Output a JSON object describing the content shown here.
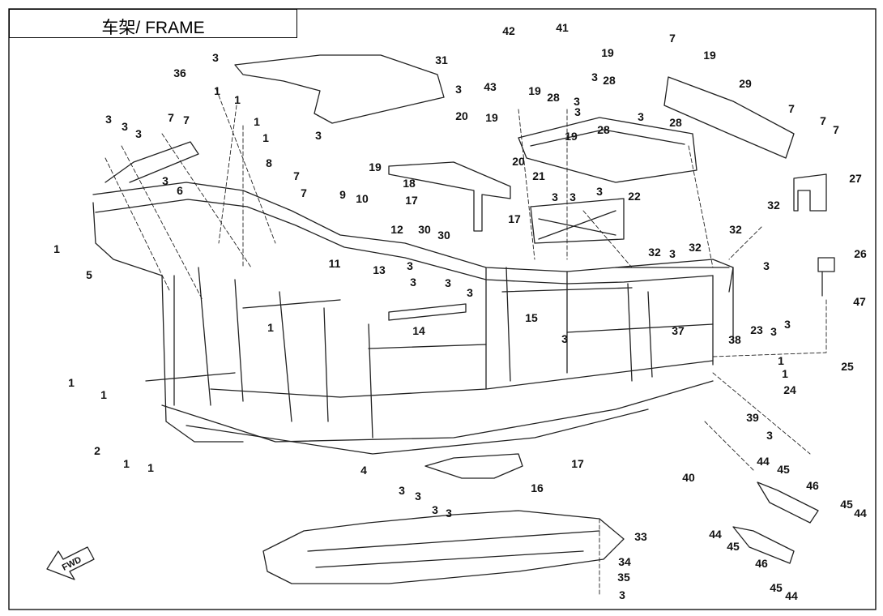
{
  "title": "车架/ FRAME",
  "fwd_label": "FWD",
  "callouts": [
    {
      "id": "c36",
      "text": "36"
    },
    {
      "id": "c3a",
      "text": "3"
    },
    {
      "id": "c31",
      "text": "31"
    },
    {
      "id": "c42",
      "text": "42"
    },
    {
      "id": "c41",
      "text": "41"
    },
    {
      "id": "c43",
      "text": "43"
    },
    {
      "id": "c3b",
      "text": "3"
    },
    {
      "id": "c19a",
      "text": "19"
    },
    {
      "id": "c7a",
      "text": "7"
    },
    {
      "id": "c19b",
      "text": "19"
    },
    {
      "id": "c29",
      "text": "29"
    },
    {
      "id": "c28a",
      "text": "28"
    },
    {
      "id": "c3c",
      "text": "3"
    },
    {
      "id": "c28b",
      "text": "28"
    },
    {
      "id": "c3d",
      "text": "3"
    },
    {
      "id": "c3e",
      "text": "3"
    },
    {
      "id": "c19c",
      "text": "19"
    },
    {
      "id": "c19d",
      "text": "19"
    },
    {
      "id": "c28c",
      "text": "28"
    },
    {
      "id": "c3f",
      "text": "3"
    },
    {
      "id": "c28d",
      "text": "28"
    },
    {
      "id": "c7b",
      "text": "7"
    },
    {
      "id": "c7c",
      "text": "7"
    },
    {
      "id": "c7d",
      "text": "7"
    },
    {
      "id": "c3g",
      "text": "3"
    },
    {
      "id": "c3h",
      "text": "3"
    },
    {
      "id": "c3i",
      "text": "3"
    },
    {
      "id": "c7e",
      "text": "7"
    },
    {
      "id": "c7f",
      "text": "7"
    },
    {
      "id": "c1a",
      "text": "1"
    },
    {
      "id": "c1b",
      "text": "1"
    },
    {
      "id": "c1c",
      "text": "1"
    },
    {
      "id": "c1d",
      "text": "1"
    },
    {
      "id": "c8",
      "text": "8"
    },
    {
      "id": "c3j",
      "text": "3"
    },
    {
      "id": "c7g",
      "text": "7"
    },
    {
      "id": "c7h",
      "text": "7"
    },
    {
      "id": "c6",
      "text": "6"
    },
    {
      "id": "c3k",
      "text": "3"
    },
    {
      "id": "c9",
      "text": "9"
    },
    {
      "id": "c10",
      "text": "10"
    },
    {
      "id": "c12",
      "text": "12"
    },
    {
      "id": "c11",
      "text": "11"
    },
    {
      "id": "c13",
      "text": "13"
    },
    {
      "id": "c1e",
      "text": "1"
    },
    {
      "id": "c5",
      "text": "5"
    },
    {
      "id": "c1f",
      "text": "1"
    },
    {
      "id": "c20a",
      "text": "20"
    },
    {
      "id": "c19e",
      "text": "19"
    },
    {
      "id": "c19f",
      "text": "19"
    },
    {
      "id": "c18",
      "text": "18"
    },
    {
      "id": "c20b",
      "text": "20"
    },
    {
      "id": "c17a",
      "text": "17"
    },
    {
      "id": "c17b",
      "text": "17"
    },
    {
      "id": "c30a",
      "text": "30"
    },
    {
      "id": "c30b",
      "text": "30"
    },
    {
      "id": "c21",
      "text": "21"
    },
    {
      "id": "c3l",
      "text": "3"
    },
    {
      "id": "c3m",
      "text": "3"
    },
    {
      "id": "c3n",
      "text": "3"
    },
    {
      "id": "c22",
      "text": "22"
    },
    {
      "id": "c27",
      "text": "27"
    },
    {
      "id": "c32a",
      "text": "32"
    },
    {
      "id": "c32b",
      "text": "32"
    },
    {
      "id": "c32c",
      "text": "32"
    },
    {
      "id": "c32d",
      "text": "32"
    },
    {
      "id": "c3o",
      "text": "3"
    },
    {
      "id": "c3p",
      "text": "3"
    },
    {
      "id": "c26",
      "text": "26"
    },
    {
      "id": "c3q",
      "text": "3"
    },
    {
      "id": "c3r",
      "text": "3"
    },
    {
      "id": "c3s",
      "text": "3"
    },
    {
      "id": "c3t",
      "text": "3"
    },
    {
      "id": "c14",
      "text": "14"
    },
    {
      "id": "c15",
      "text": "15"
    },
    {
      "id": "c3u",
      "text": "3"
    },
    {
      "id": "c37",
      "text": "37"
    },
    {
      "id": "c38",
      "text": "38"
    },
    {
      "id": "c23",
      "text": "23"
    },
    {
      "id": "c3v",
      "text": "3"
    },
    {
      "id": "c3w",
      "text": "3"
    },
    {
      "id": "c47",
      "text": "47"
    },
    {
      "id": "c25",
      "text": "25"
    },
    {
      "id": "c1g",
      "text": "1"
    },
    {
      "id": "c1h",
      "text": "1"
    },
    {
      "id": "c24",
      "text": "24"
    },
    {
      "id": "c1i",
      "text": "1"
    },
    {
      "id": "c1j",
      "text": "1"
    },
    {
      "id": "c2",
      "text": "2"
    },
    {
      "id": "c1k",
      "text": "1"
    },
    {
      "id": "c1l",
      "text": "1"
    },
    {
      "id": "c4",
      "text": "4"
    },
    {
      "id": "c17c",
      "text": "17"
    },
    {
      "id": "c39",
      "text": "39"
    },
    {
      "id": "c3x",
      "text": "3"
    },
    {
      "id": "c40",
      "text": "40"
    },
    {
      "id": "c16",
      "text": "16"
    },
    {
      "id": "c3y",
      "text": "3"
    },
    {
      "id": "c3z",
      "text": "3"
    },
    {
      "id": "c3aa",
      "text": "3"
    },
    {
      "id": "c3ab",
      "text": "3"
    },
    {
      "id": "c44a",
      "text": "44"
    },
    {
      "id": "c45a",
      "text": "45"
    },
    {
      "id": "c46a",
      "text": "46"
    },
    {
      "id": "c45b",
      "text": "45"
    },
    {
      "id": "c44b",
      "text": "44"
    },
    {
      "id": "c44c",
      "text": "44"
    },
    {
      "id": "c45c",
      "text": "45"
    },
    {
      "id": "c46b",
      "text": "46"
    },
    {
      "id": "c45d",
      "text": "45"
    },
    {
      "id": "c44d",
      "text": "44"
    },
    {
      "id": "c33",
      "text": "33"
    },
    {
      "id": "c34",
      "text": "34"
    },
    {
      "id": "c35",
      "text": "35"
    },
    {
      "id": "c3ac",
      "text": "3"
    }
  ]
}
